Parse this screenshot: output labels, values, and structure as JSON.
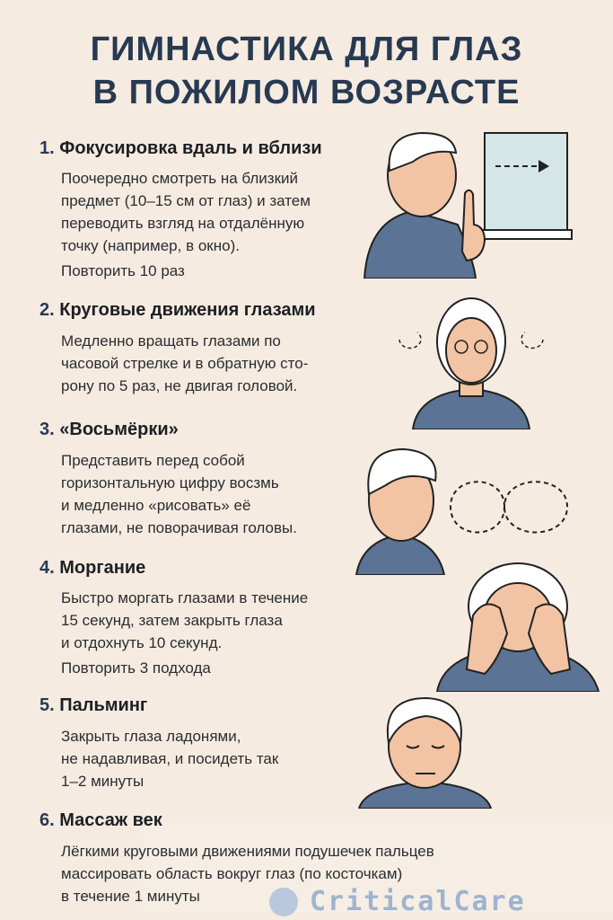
{
  "title": {
    "line1": "ГИМНАСТИКА ДЛЯ ГЛАЗ",
    "line2": "В ПОЖИЛОМ ВОЗРАСТЕ"
  },
  "exercises": [
    {
      "number": "1.",
      "heading": "Фокусировка вдаль и вблизи",
      "lines": [
        "Поочередно смотреть на близкий",
        "предмет (10–15 см от глаз) и затем",
        "переводить взгляд на отдалённую",
        "точку (например, в окно).",
        "Повторить 10 раз"
      ]
    },
    {
      "number": "2.",
      "heading": "Круговые движения глазами",
      "lines": [
        "Медленно вращать глазами по",
        "часовой стрелке и в обратную сто-",
        "рону по 5 раз, не двигая головой."
      ]
    },
    {
      "number": "3.",
      "heading": "«Восьмёрки»",
      "lines": [
        "Представить перед собой",
        "горизонтальную цифру восзмь",
        "и медленно «рисовать» её",
        "глазами, не поворачивая головы."
      ]
    },
    {
      "number": "4.",
      "heading": "Моргание",
      "lines": [
        "Быстро моргать глазами в течение",
        "15 секунд, затем закрыть глаза",
        "и отдохнуть 10 секунд.",
        "Повторить 3 подхода"
      ]
    },
    {
      "number": "5.",
      "heading": "Пальминг",
      "lines": [
        "Закрыть глаза ладонями,",
        "не надавливая, и посидеть так",
        "1–2 минуты"
      ]
    },
    {
      "number": "6.",
      "heading": "Массаж век",
      "lines": [
        "Лёгкими круговыми движениями подушечек пальцев",
        "массировать область вокруг глаз (по косточкам)",
        "в течение 1 минуты"
      ]
    }
  ],
  "watermark": "CriticalCare",
  "colors": {
    "background": "#f6ebe1",
    "title": "#273a52",
    "shirt": "#5b7394",
    "skin": "#f2c4a4",
    "hair": "#ffffff"
  }
}
